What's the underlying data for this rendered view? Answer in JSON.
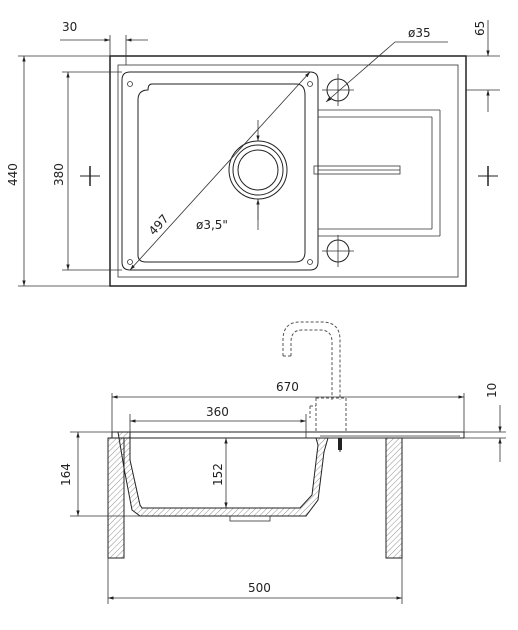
{
  "dimensions": {
    "width_total": "440",
    "bowl_height": "380",
    "rim_offset": "30",
    "hole_dia": "ø35",
    "drain_dia": "ø3,5\"",
    "diagonal": "497",
    "edge": "65",
    "length_total": "670",
    "bowl_length": "360",
    "depth_total": "164",
    "bowl_depth": "152",
    "thickness": "10",
    "cabinet": "500"
  }
}
